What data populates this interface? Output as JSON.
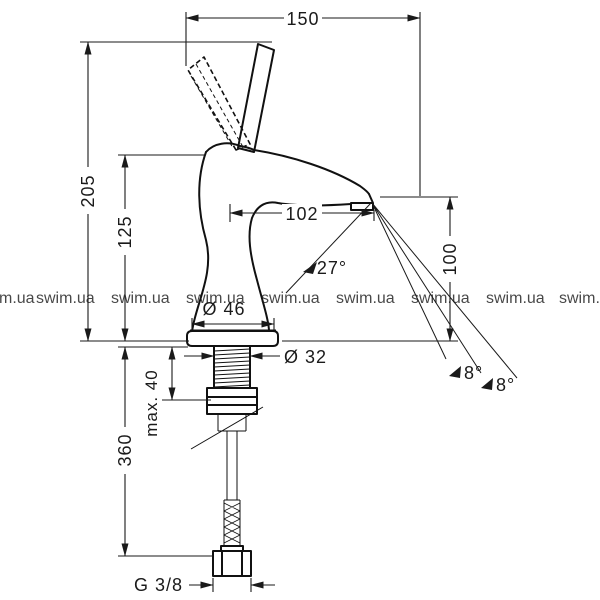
{
  "dims": {
    "width_150": "150",
    "height_205": "205",
    "height_125": "125",
    "reach_102": "102",
    "angle_27": "27°",
    "height_100": "100",
    "dia_46": "Ø 46",
    "dia_32": "Ø 32",
    "angle_8a": "8°",
    "angle_8b": "8°",
    "depth_360": "360",
    "max_40": "max. 40",
    "thread_g38": "G 3/8"
  },
  "watermark": {
    "text": "swim.ua",
    "partial": "m.ua",
    "color_gray": "#bdbdbd",
    "color_tan": "#d8b48c"
  },
  "colors": {
    "line": "#111111",
    "dimension_line": "#1a1a1a",
    "background": "#ffffff"
  }
}
